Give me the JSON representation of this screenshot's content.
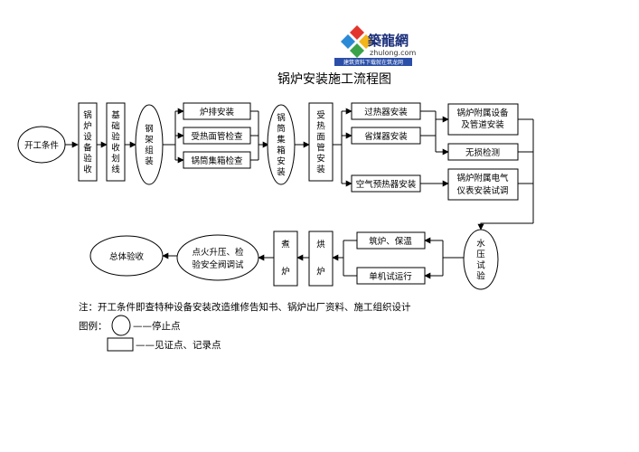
{
  "logo": {
    "name_cn": "築龍網",
    "domain": "zhulong.com",
    "tagline": "建筑资料下载就在筑龙网"
  },
  "title": "锅炉安装施工流程图",
  "nodes": {
    "start": "开工条件",
    "equip_check": "锅炉设备验收",
    "foundation": "基础验收划线",
    "steel_frame": "钢架组装",
    "grate": "炉排安装",
    "heating_pipe_check": "受热面管检查",
    "header_check": "锅筒集箱检查",
    "drum_install": "锅筒集箱安装",
    "heating_install": "受热面管安装",
    "superheater": "过热器安装",
    "economizer": "省煤器安装",
    "air_preheater": "空气预热器安装",
    "aux_equipment": "锅炉附属设备及管道安装",
    "ndt": "无损检测",
    "electric": "锅炉附属电气仪表安装试调",
    "hydro": "水压试验",
    "masonry": "筑炉、保温",
    "single_run": "单机试运行",
    "drying": "烘炉",
    "boiling": "煮炉",
    "ignition": "点火升压、检验安全阀调试",
    "final": "总体验收"
  },
  "note": "注：开工条件即查特种设备安装改造维修告知书、锅炉出厂资料、施工组织设计",
  "legend": {
    "label": "图例：",
    "stop_point": "——停止点",
    "witness_point": "——见证点、记录点"
  },
  "colors": {
    "logo_blue": "#1a2f7a",
    "logo_bar": "#2b4fa8"
  }
}
